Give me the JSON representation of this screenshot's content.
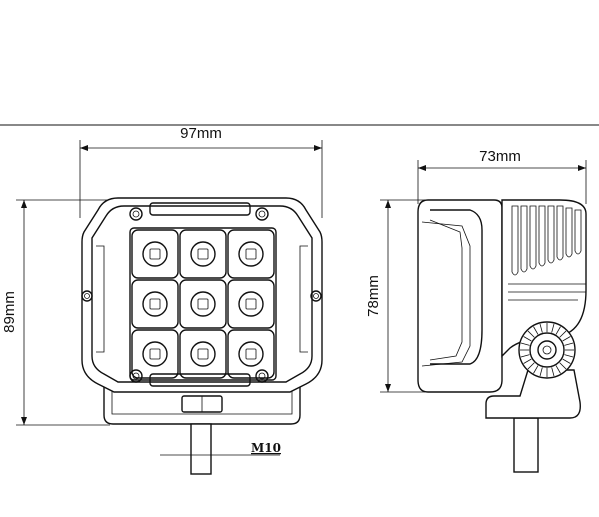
{
  "front_view": {
    "width_label": "97mm",
    "height_label": "89mm",
    "thread_label": "M10",
    "led_rows": 3,
    "led_cols": 3
  },
  "side_view": {
    "depth_label": "73mm",
    "height_label": "78mm",
    "fin_count": 8
  },
  "colors": {
    "line": "#111111",
    "background": "#ffffff"
  }
}
